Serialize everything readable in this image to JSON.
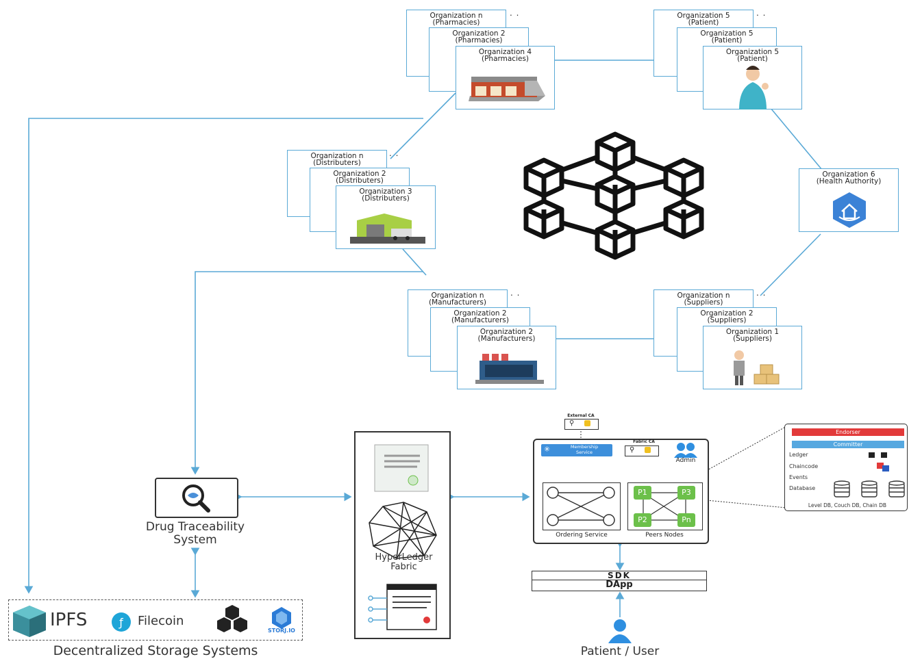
{
  "orgs": {
    "pharm": {
      "n": "Organization n\n(Pharmacies)",
      "o2": "Organization 2\n(Pharmacies)",
      "o4": "Organization 4\n(Pharmacies)"
    },
    "patient": {
      "n": "Organization 5\n(Patient)",
      "o2": "Organization 5\n(Patient)",
      "o5": "Organization 5\n(Patient)"
    },
    "dist": {
      "n": "Organization n\n(Distributers)",
      "o2": "Organization 2\n(Distributers)",
      "o3": "Organization 3\n(Distributers)"
    },
    "manu": {
      "n": "Organization n\n(Manufacturers)",
      "o2": "Organization 2\n(Manufacturers)",
      "o2b": "Organization 2\n(Manufacturers)"
    },
    "supp": {
      "n": "Organization n\n(Suppliers)",
      "o2": "Organization 2\n(Suppliers)",
      "o1": "Organization 1\n(Suppliers)"
    },
    "health": "Organization 6\n(Health Authority)"
  },
  "dts": {
    "label": "Drug Traceability\nSystem"
  },
  "storage": {
    "ipfs": "IPFS",
    "filecoin": "Filecoin",
    "storj": "STORJ.IO",
    "caption": "Decentralized Storage Systems"
  },
  "hlf": {
    "label": "HyperLedger\nFabric"
  },
  "network": {
    "external_ca": "External CA",
    "membership": "Membership\nService",
    "fabric_ca": "Fabric CA",
    "admin": "Admin",
    "ordering": "Ordering Service",
    "peers": "Peers Nodes",
    "peer_labels": [
      "P1",
      "P3",
      "P2",
      "Pn"
    ]
  },
  "peer_detail": {
    "endorser": "Endorser",
    "committer": "Committer",
    "ledger": "Ledger",
    "chaincode": "Chaincode",
    "events": "Events",
    "database": "Database",
    "db_caption": "Level DB, Couch DB, Chain DB"
  },
  "sdk": "SDK",
  "dapp": "DApp",
  "user": "Patient / User",
  "colors": {
    "line": "#5aa9d6",
    "peer_green": "#6cc04a",
    "endorser_red": "#e23a3a",
    "committer_blue": "#56a8e0",
    "health_blue": "#3b82d6"
  }
}
